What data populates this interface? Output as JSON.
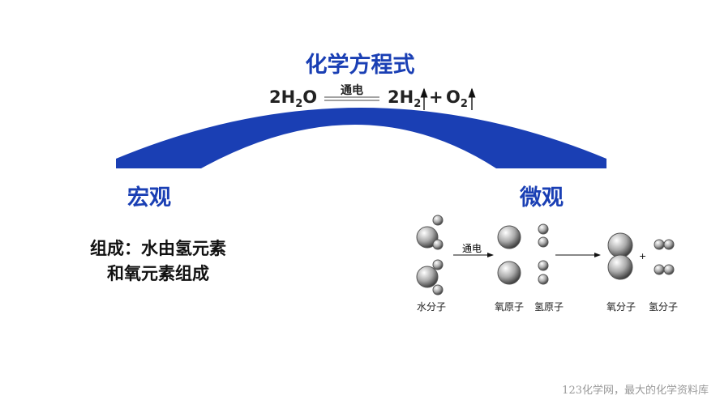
{
  "title": "化学方程式",
  "equation": {
    "reactant": "2H",
    "reactant_sub": "2",
    "reactant_end": "O",
    "condition": "通电",
    "product1": "2H",
    "product1_sub": "2",
    "plus": "+",
    "product2": "O",
    "product2_sub": "2"
  },
  "macro": {
    "heading": "宏观",
    "line1": "组成：水由氢元素",
    "line2": "和氧元素组成"
  },
  "micro": {
    "heading": "微观",
    "condition": "通电",
    "plus": "+",
    "labels": [
      "水分子",
      "氧原子",
      "氢原子",
      "氧分子",
      "氢分子"
    ]
  },
  "footer": "123化学网，最大的化学资料库",
  "colors": {
    "accent": "#1a3fb4"
  }
}
